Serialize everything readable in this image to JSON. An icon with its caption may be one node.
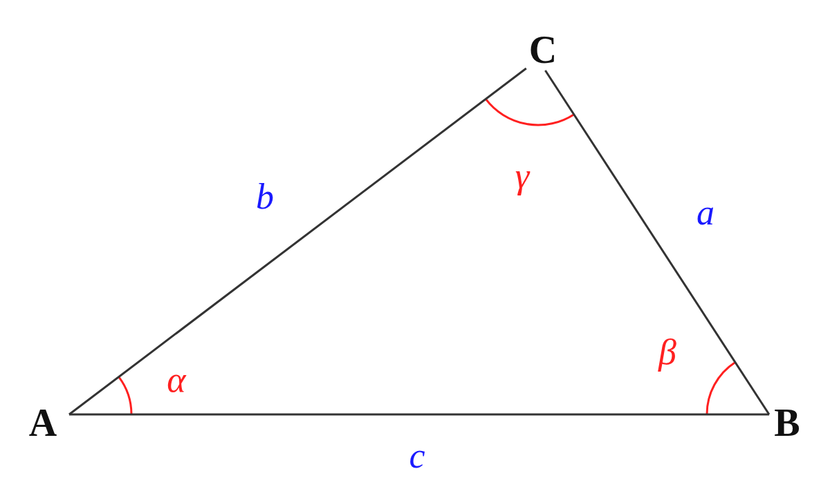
{
  "diagram": {
    "nodes": [
      {
        "text": [
          "A"
        ]
      },
      {
        "text": [
          "B"
        ]
      },
      {
        "text": [
          "C"
        ]
      }
    ],
    "edges": [
      {
        "from": 0,
        "to": 1,
        "arrow": "none",
        "label": "c"
      },
      {
        "from": 1,
        "to": 2,
        "arrow": "none",
        "label": "a"
      },
      {
        "from": 2,
        "to": 0,
        "arrow": "none",
        "label": "b"
      }
    ],
    "labels": [
      "γ",
      "α",
      "β"
    ]
  }
}
